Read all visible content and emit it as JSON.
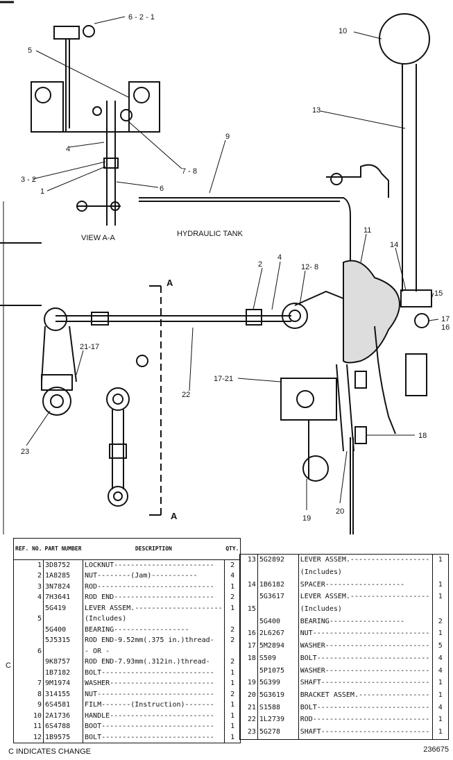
{
  "diagram": {
    "labels": {
      "l_6_2_1": "6 - 2 - 1",
      "l_5": "5",
      "l_4": "4",
      "l_3_2": "3 - 2",
      "l_1": "1",
      "l_6": "6",
      "l_7_8": "7 - 8",
      "l_9": "9",
      "l_10": "10",
      "l_13": "13",
      "l_11": "11",
      "l_14": "14",
      "l_15": "15",
      "l_17": "17",
      "l_16": "16",
      "l_2": "2",
      "l_4b": "4",
      "l_12_8": "12- 8",
      "l_21_17": "21-17",
      "l_22": "22",
      "l_17_21": "17-21",
      "l_23": "23",
      "l_18": "18",
      "l_19": "19",
      "l_20": "20",
      "view_a_a": "VIEW A-A",
      "hydraulic_tank": "HYDRAULIC TANK",
      "section_a_top": "A",
      "section_a_bottom": "A"
    }
  },
  "left_table": {
    "headers": {
      "ref": "REF. NO.",
      "part": "PART NUMBER",
      "desc": "DESCRIPTION",
      "qty": "QTY."
    },
    "rows": [
      {
        "ref": "1",
        "part": "3D8752",
        "desc": "LOCKNUT------------------------",
        "qty": "2"
      },
      {
        "ref": "2",
        "part": "1A8285",
        "desc": "NUT--------(Jam)-----------",
        "qty": "4"
      },
      {
        "ref": "3",
        "part": "3N7824",
        "desc": "ROD----------------------------",
        "qty": "1"
      },
      {
        "ref": "4",
        "part": "7H3641",
        "desc": "ROD END------------------------",
        "qty": "2"
      },
      {
        "ref": "",
        "part": "5G419",
        "desc": "LEVER ASSEM.---------------------",
        "qty": "1"
      },
      {
        "ref": "5",
        "part": "",
        "desc": "    (Includes)",
        "qty": ""
      },
      {
        "ref": "",
        "part": "5G400",
        "desc": "    BEARING------------------",
        "qty": "2"
      },
      {
        "ref": "",
        "part": "5J5315",
        "desc": "ROD END-9.52mm(.375 in.)thread-",
        "qty": "2"
      },
      {
        "ref": "6",
        "part": "",
        "desc": "        - OR -",
        "qty": ""
      },
      {
        "ref": "",
        "part": "9K8757",
        "desc": "ROD END-7.93mm(.312in.)thread-",
        "qty": "2"
      },
      {
        "ref": "",
        "part": "1B7182",
        "desc": "BOLT---------------------------",
        "qty": "1"
      },
      {
        "ref": "7",
        "part": "9M1974",
        "desc": "WASHER-------------------------",
        "qty": "1"
      },
      {
        "ref": "8",
        "part": "314155",
        "desc": "NUT----------------------------",
        "qty": "2"
      },
      {
        "ref": "9",
        "part": "6S4581",
        "desc": "FILM-------(Instruction)-------",
        "qty": "1"
      },
      {
        "ref": "10",
        "part": "2A1736",
        "desc": "HANDLE-------------------------",
        "qty": "1"
      },
      {
        "ref": "11",
        "part": "6S4788",
        "desc": "BOOT---------------------------",
        "qty": "1"
      },
      {
        "ref": "12",
        "part": "1B9575",
        "desc": "BOLT---------------------------",
        "qty": "1"
      }
    ]
  },
  "right_table": {
    "rows": [
      {
        "ref": "13",
        "part": "5G2892",
        "desc": "LEVER ASSEM.-------------------",
        "qty": "1"
      },
      {
        "ref": "",
        "part": "",
        "desc": "      (Includes)",
        "qty": ""
      },
      {
        "ref": "14",
        "part": "1B6182",
        "desc": "    SPACER-------------------",
        "qty": "1"
      },
      {
        "ref": "",
        "part": "5G3617",
        "desc": "LEVER ASSEM.-------------------",
        "qty": "1"
      },
      {
        "ref": "15",
        "part": "",
        "desc": "      (Includes)",
        "qty": ""
      },
      {
        "ref": "",
        "part": "5G400",
        "desc": "    BEARING------------------",
        "qty": "2"
      },
      {
        "ref": "16",
        "part": "2L6267",
        "desc": "NUT----------------------------",
        "qty": "1"
      },
      {
        "ref": "17",
        "part": "5M2894",
        "desc": "WASHER-------------------------",
        "qty": "5"
      },
      {
        "ref": "18",
        "part": "S509",
        "desc": "BOLT---------------------------",
        "qty": "4"
      },
      {
        "ref": "",
        "part": "5P1075",
        "desc": "WASHER-------------------------",
        "qty": "4"
      },
      {
        "ref": "19",
        "part": "5G399",
        "desc": "SHAFT--------------------------",
        "qty": "1"
      },
      {
        "ref": "20",
        "part": "5G3619",
        "desc": "BRACKET ASSEM.-----------------",
        "qty": "1"
      },
      {
        "ref": "21",
        "part": "S1588",
        "desc": "BOLT---------------------------",
        "qty": "4"
      },
      {
        "ref": "22",
        "part": "1L2739",
        "desc": "ROD----------------------------",
        "qty": "1"
      },
      {
        "ref": "23",
        "part": "5G278",
        "desc": "SHAFT--------------------------",
        "qty": "1"
      }
    ]
  },
  "footer": {
    "change_mark": "C",
    "note": "C INDICATES CHANGE",
    "figure_number": "236675"
  }
}
